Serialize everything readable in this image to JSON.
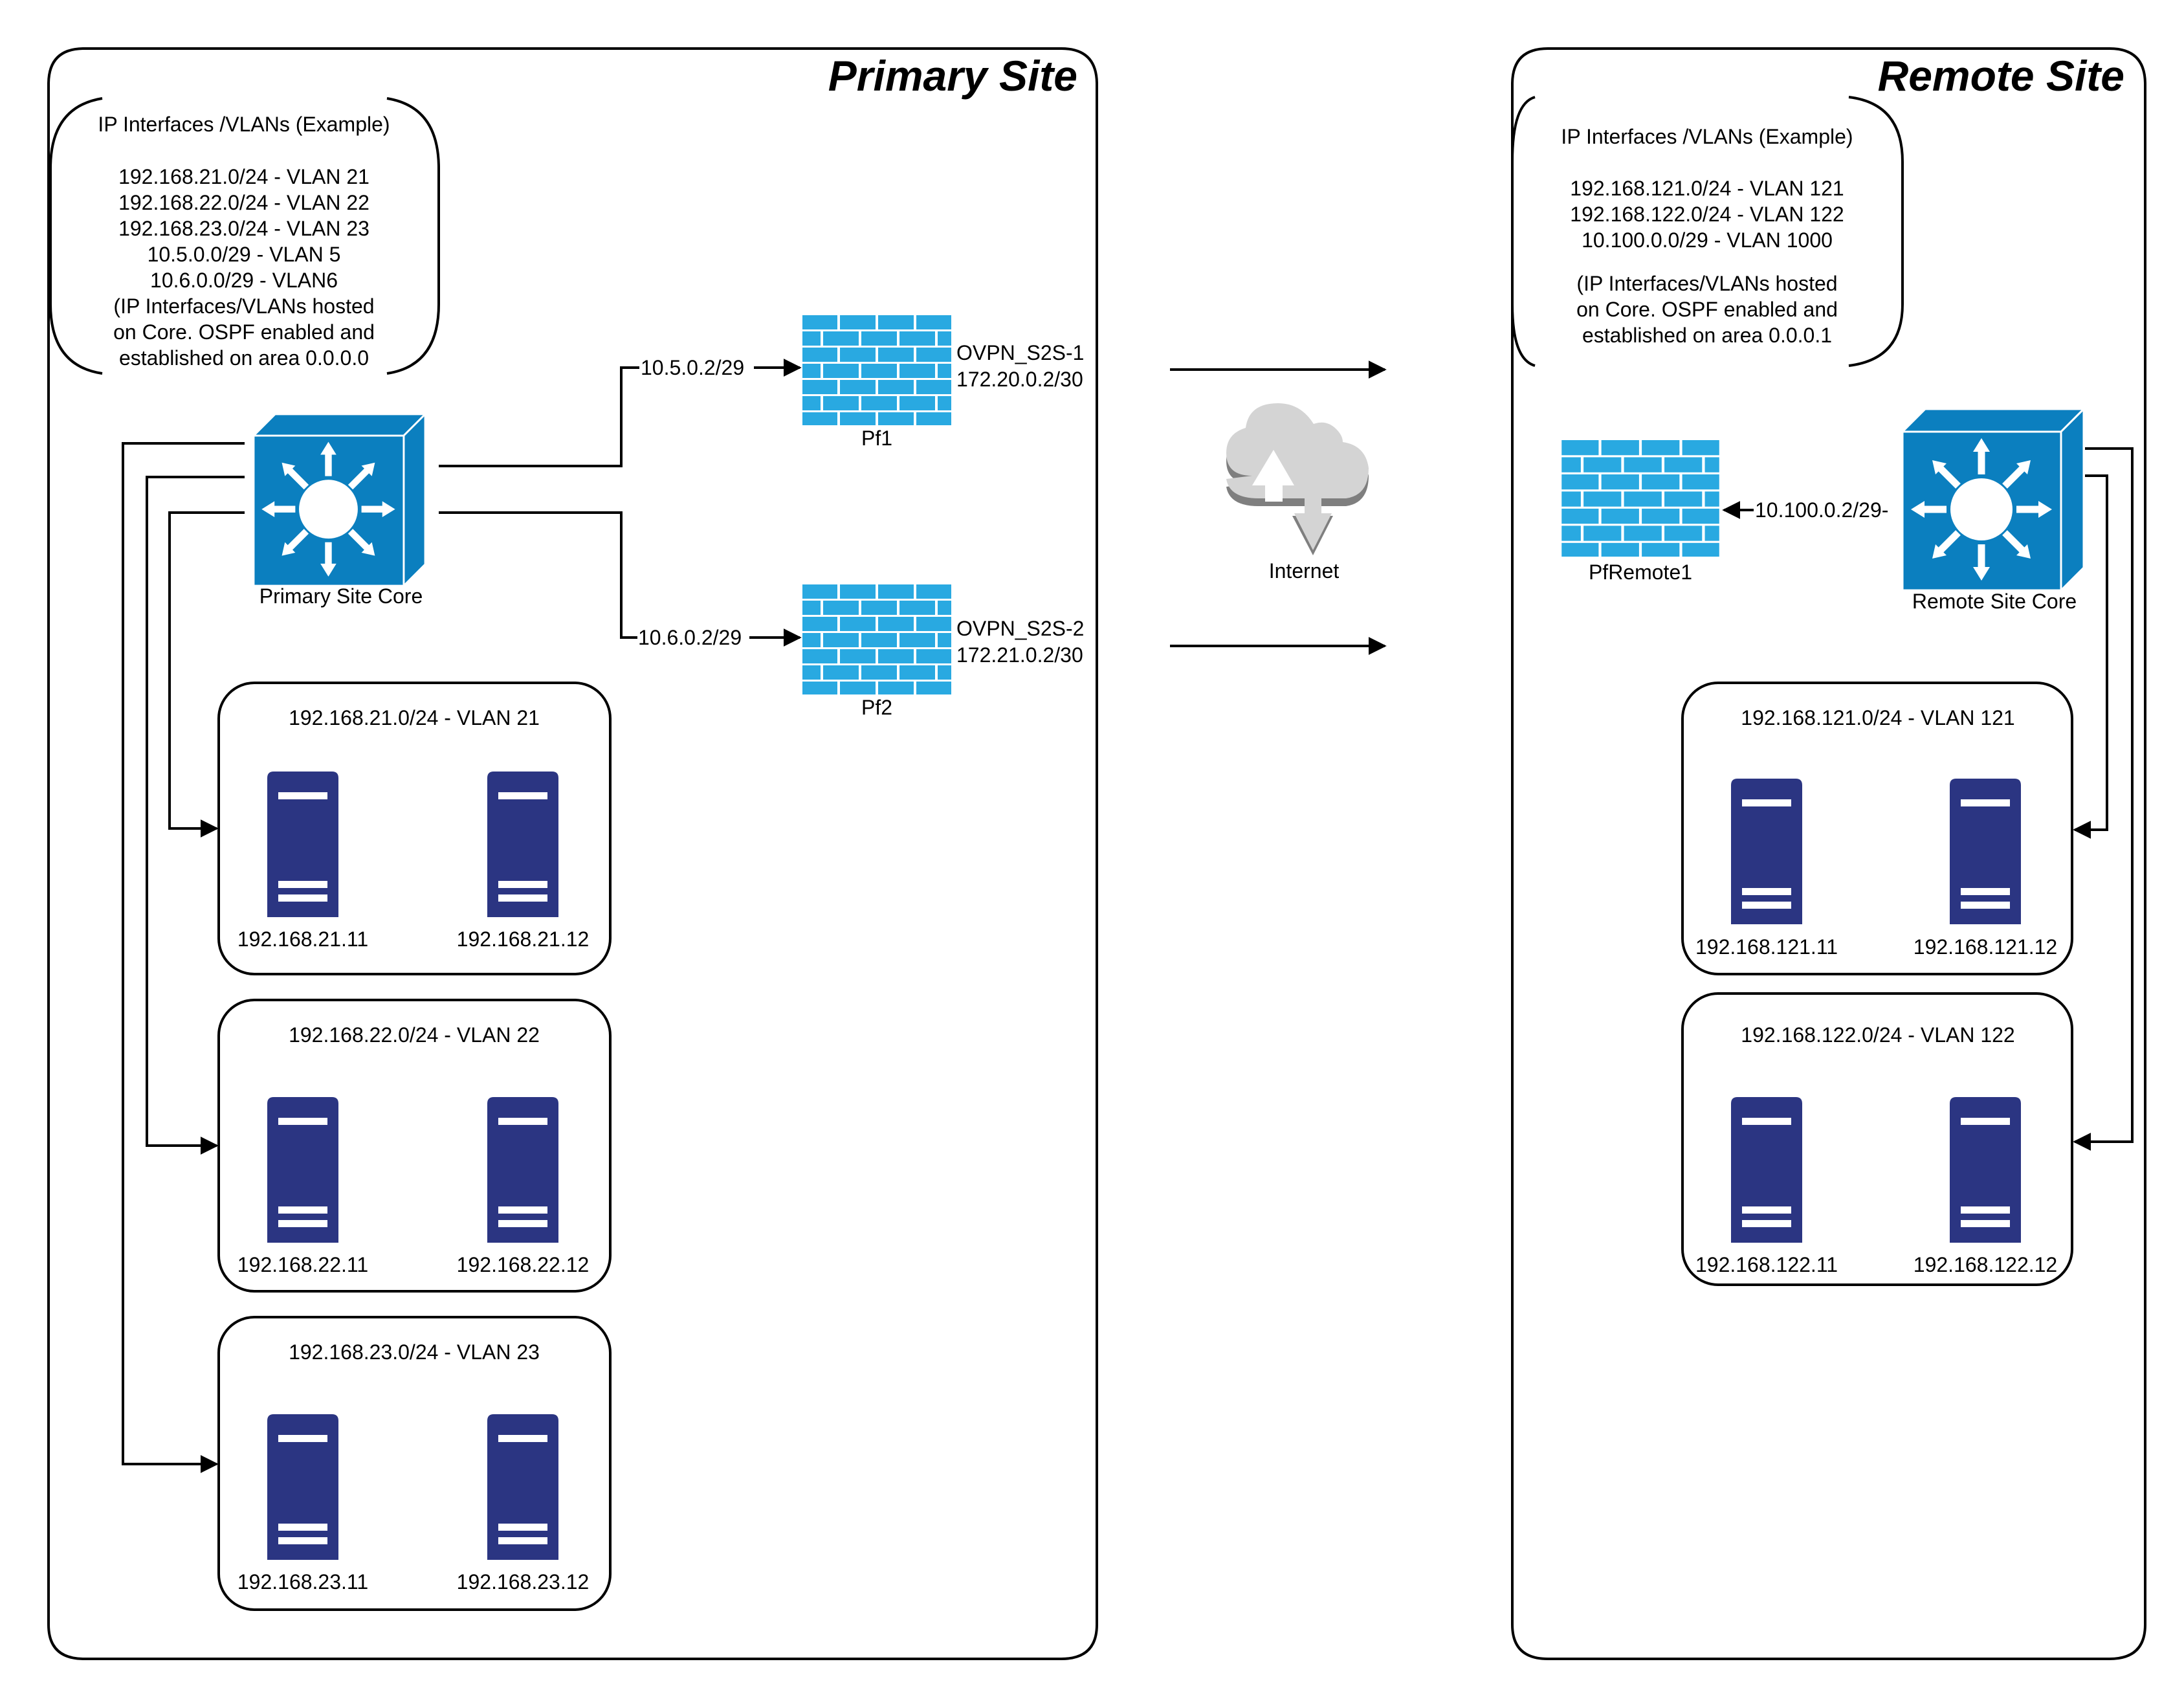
{
  "colors": {
    "switch": "#0b7fbf",
    "firewall": "#29a9e1",
    "server": "#2b3582",
    "cloud": "#d4d4d4",
    "cloud_shadow": "#7f7f7f"
  },
  "primary_site": {
    "title": "Primary Site",
    "ip_notes": {
      "heading": "IP Interfaces /VLANs (Example)",
      "lines": [
        "192.168.21.0/24 - VLAN 21",
        "192.168.22.0/24 - VLAN 22",
        "192.168.23.0/24 - VLAN 23",
        "10.5.0.0/29 - VLAN 5",
        "10.6.0.0/29 - VLAN6",
        "(IP Interfaces/VLANs hosted",
        "on Core. OSPF enabled and",
        "established on area 0.0.0.0"
      ]
    },
    "core": {
      "label": "Primary Site Core",
      "icon": "layer3-switch-icon"
    },
    "links": [
      {
        "label": "10.5.0.2/29",
        "to": "Pf1"
      },
      {
        "label": "10.6.0.2/29",
        "to": "Pf2"
      }
    ],
    "firewalls": [
      {
        "name": "Pf1",
        "tunnel": "OVPN_S2S-1",
        "tunnel_ip": "172.20.0.2/30",
        "icon": "firewall-icon"
      },
      {
        "name": "Pf2",
        "tunnel": "OVPN_S2S-2",
        "tunnel_ip": "172.21.0.2/30",
        "icon": "firewall-icon"
      }
    ],
    "vlans": [
      {
        "title": "192.168.21.0/24 - VLAN 21",
        "servers": [
          "192.168.21.11",
          "192.168.21.12"
        ]
      },
      {
        "title": "192.168.22.0/24 - VLAN 22",
        "servers": [
          "192.168.22.11",
          "192.168.22.12"
        ]
      },
      {
        "title": "192.168.23.0/24 - VLAN 23",
        "servers": [
          "192.168.23.11",
          "192.168.23.12"
        ]
      }
    ]
  },
  "internet": {
    "label": "Internet",
    "icon": "cloud-upload-download-icon"
  },
  "remote_site": {
    "title": "Remote Site",
    "ip_notes": {
      "heading": "IP Interfaces /VLANs (Example)",
      "lines": [
        "192.168.121.0/24 - VLAN 121",
        "192.168.122.0/24 - VLAN 122",
        "10.100.0.0/29 - VLAN  1000",
        "",
        "(IP Interfaces/VLANs hosted",
        "on Core. OSPF enabled and",
        "established on area 0.0.0.1"
      ]
    },
    "core": {
      "label": "Remote Site Core",
      "icon": "layer3-switch-icon"
    },
    "link": {
      "label": "10.100.0.2/29-",
      "to": "PfRemote1"
    },
    "firewall": {
      "name": "PfRemote1",
      "icon": "firewall-icon"
    },
    "vlans": [
      {
        "title": "192.168.121.0/24 - VLAN 121",
        "servers": [
          "192.168.121.11",
          "192.168.121.12"
        ]
      },
      {
        "title": "192.168.122.0/24 - VLAN 122",
        "servers": [
          "192.168.122.11",
          "192.168.122.12"
        ]
      }
    ]
  }
}
